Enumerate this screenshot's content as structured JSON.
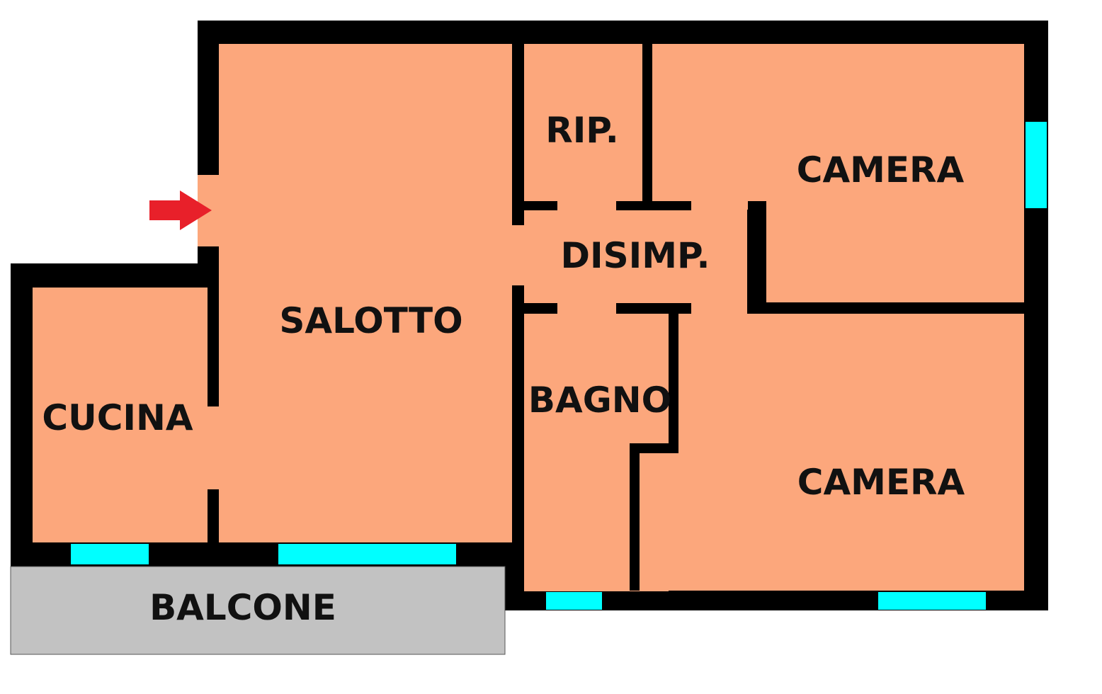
{
  "floorplan": {
    "rooms": {
      "salotto": "SALOTTO",
      "cucina": "CUCINA",
      "ripostiglio": "RIP.",
      "disimpegno": "DISIMP.",
      "camera_top": "CAMERA",
      "camera_bottom": "CAMERA",
      "bagno": "BAGNO",
      "balcone": "BALCONE"
    },
    "colors": {
      "room_fill": "#FCA77C",
      "wall": "#000000",
      "window": "#00FFFF",
      "balcony": "#C2C2C2",
      "entrance_arrow": "#E8202A"
    },
    "entrance_arrow_icon": "arrow-right-icon"
  }
}
